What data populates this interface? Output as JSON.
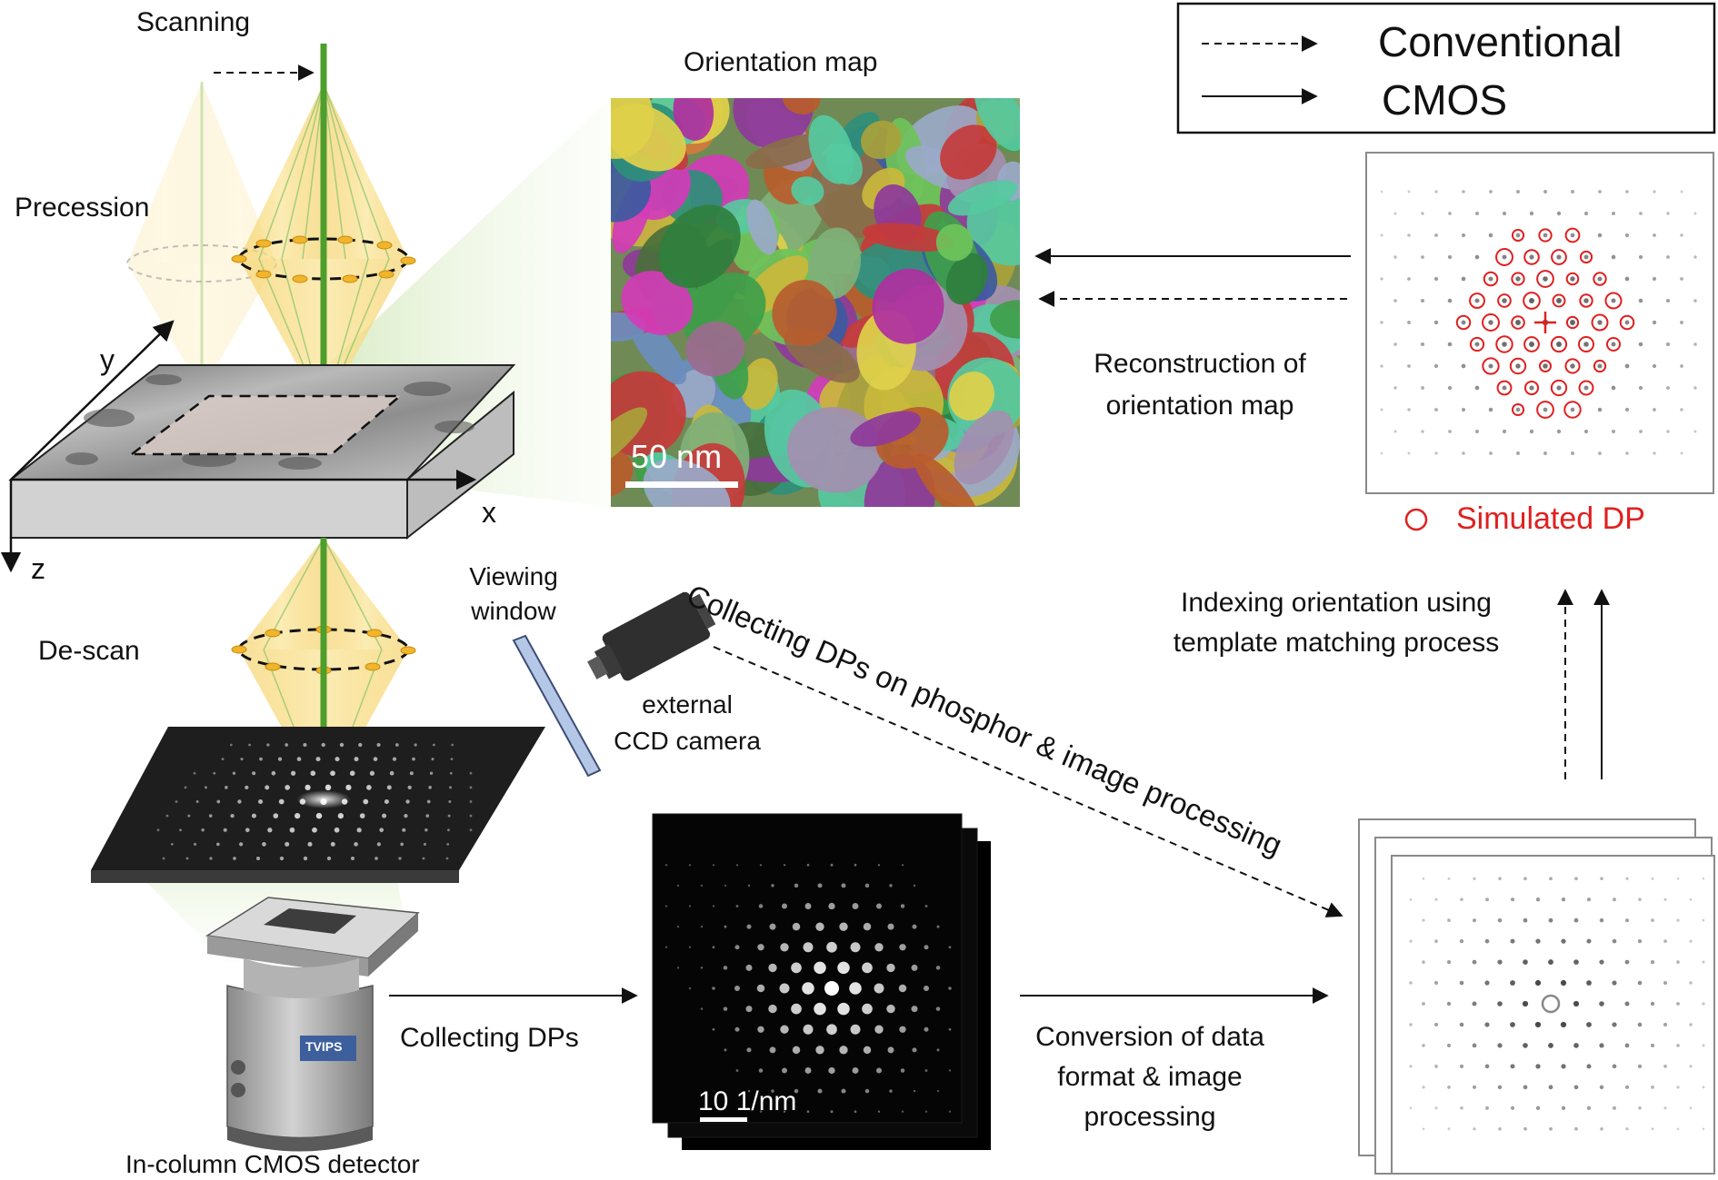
{
  "legend": {
    "conventional": "Conventional",
    "cmos": "CMOS"
  },
  "labels": {
    "scanning": "Scanning",
    "precession": "Precession",
    "descan": "De-scan",
    "axis_x": "x",
    "axis_y": "y",
    "axis_z": "z",
    "orientation_map_title": "Orientation map",
    "scalebar_map": "50 nm",
    "reconstruction_line1": "Reconstruction of",
    "reconstruction_line2": "orientation map",
    "simulated_dp": "Simulated DP",
    "viewing_window_line1": "Viewing",
    "viewing_window_line2": "window",
    "camera_line1": "external",
    "camera_line2": "CCD camera",
    "collecting_phosphor": "Collecting DPs on phosphor & image processing",
    "indexing_line1": "Indexing orientation using",
    "indexing_line2": "template matching process",
    "collecting_dps": "Collecting DPs",
    "scalebar_dp": "10 1/nm",
    "conversion_line1": "Conversion of data",
    "conversion_line2": "format & image",
    "conversion_line3": "processing",
    "detector": "In-column CMOS detector",
    "detector_brand": "TVIPS"
  },
  "colors": {
    "beam_green": "#4e9e2c",
    "cone_yellow": "#f6d86a",
    "simulated_red": "#e02020",
    "arrow": "#111111",
    "frame_grey": "#8a8a8a"
  }
}
